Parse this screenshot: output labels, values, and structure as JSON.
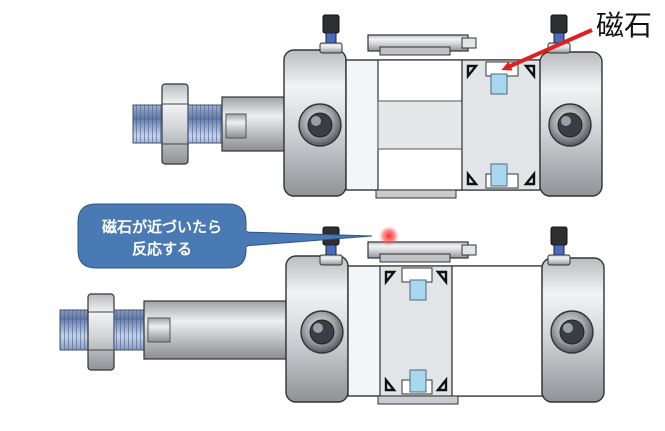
{
  "labels": {
    "magnet": "磁石",
    "callout_line1": "磁石が近づいたら",
    "callout_line2": "反応する"
  },
  "colors": {
    "callout_fill": "#4a7ab4",
    "arrow": "#e02020",
    "sensor_glow": "#ff3030",
    "magnet_blue": "#a8d8f0",
    "body_metal": "#cfd2d6",
    "thread_blue": "#7f9cc8"
  }
}
